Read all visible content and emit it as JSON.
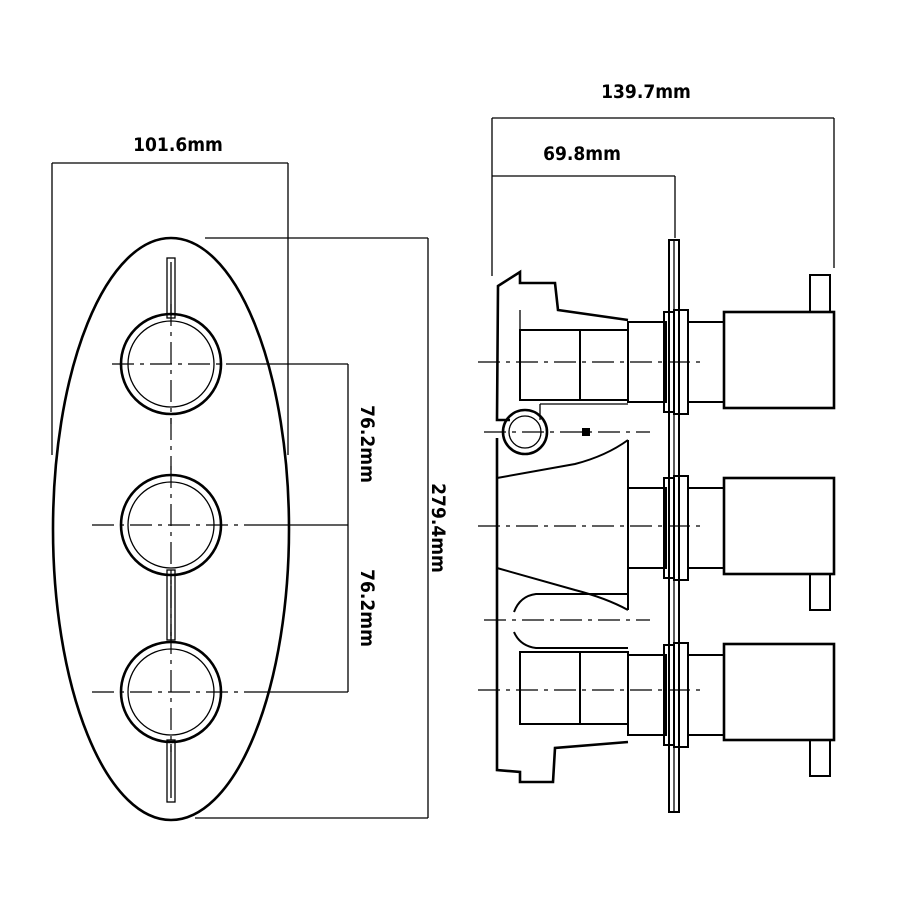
{
  "dimensions": {
    "plate_width": "101.6mm",
    "overall_depth": "139.7mm",
    "body_depth": "69.8mm",
    "upper_spacing": "76.2mm",
    "lower_spacing": "76.2mm",
    "plate_height": "279.4mm"
  },
  "colors": {
    "line": "#000000",
    "background": "#ffffff"
  }
}
